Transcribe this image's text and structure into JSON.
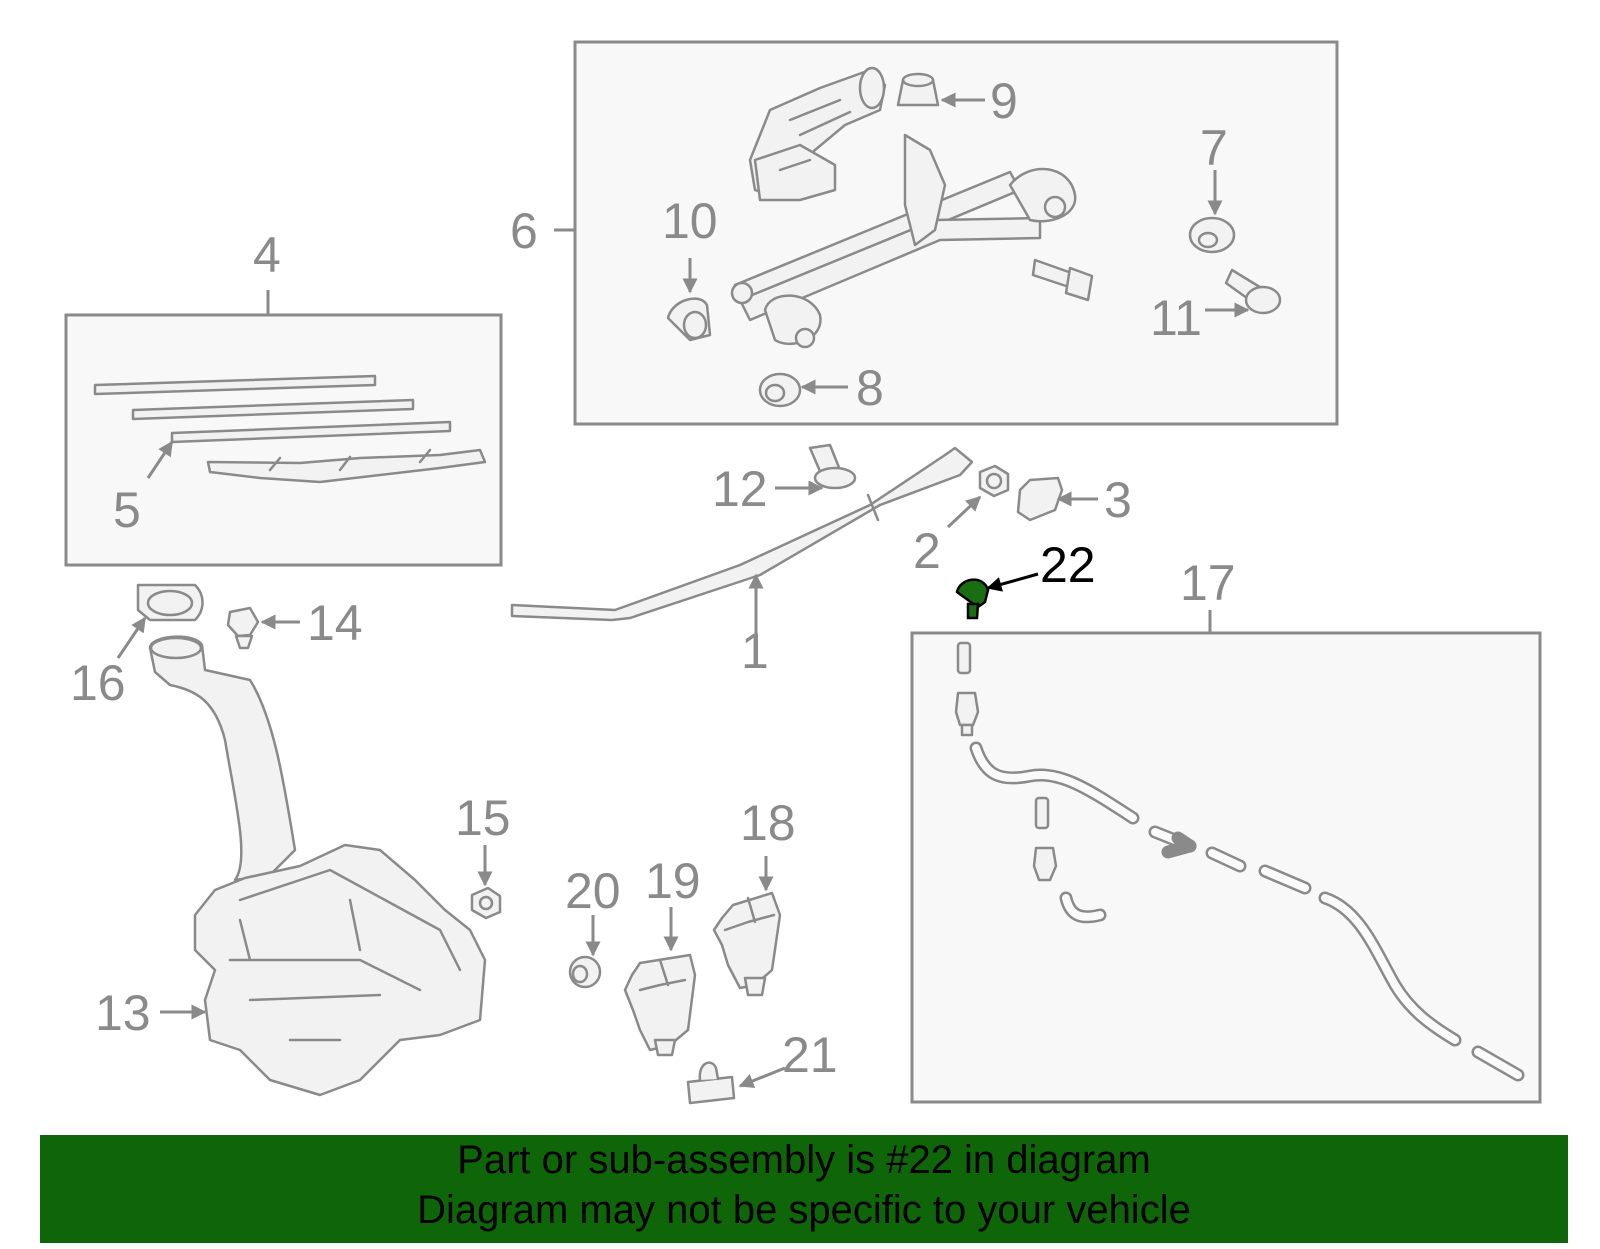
{
  "callouts": {
    "c1": "1",
    "c2": "2",
    "c3": "3",
    "c4": "4",
    "c5": "5",
    "c6": "6",
    "c7": "7",
    "c8": "8",
    "c9": "9",
    "c10": "10",
    "c11": "11",
    "c12": "12",
    "c13": "13",
    "c14": "14",
    "c15": "15",
    "c16": "16",
    "c17": "17",
    "c18": "18",
    "c19": "19",
    "c20": "20",
    "c21": "21",
    "c22": "22"
  },
  "highlighted_part": "22",
  "colors": {
    "banner": "#0f6609",
    "highlight_part": "#1a6e12",
    "linework": "#8a8a8a"
  },
  "banner": {
    "line1": "Part or sub-assembly is #22 in diagram",
    "line2": "Diagram may not be specific to your vehicle"
  }
}
